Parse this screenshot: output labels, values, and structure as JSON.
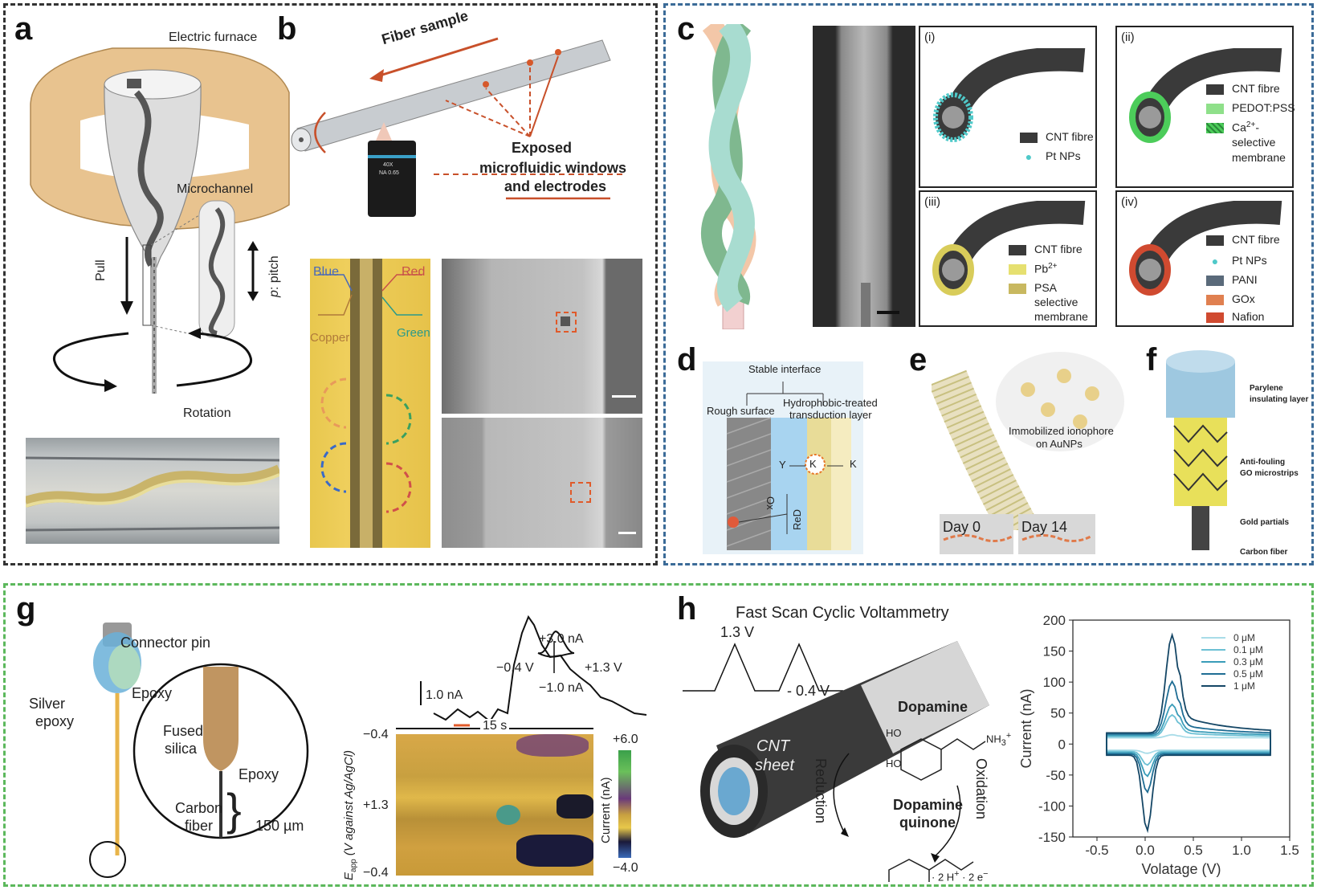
{
  "colors": {
    "border_ab": "#333333",
    "border_cf": "#3b6b98",
    "border_gh": "#5cb85c",
    "cnt_dark": "#3a3a3a",
    "pt_np": "#4fc9c9",
    "pedot": "#8fe08a",
    "ca_membrane": "#4ccc5a",
    "pb": "#e6e070",
    "psa": "#c8b860",
    "pani": "#5a6a7a",
    "gox": "#e08050",
    "nafion": "#d04a30"
  },
  "panels": {
    "a": {
      "label": "a",
      "electric_furnace": "Electric furnace",
      "microchannel": "Microchannel",
      "pull": "Pull",
      "pitch": "p",
      "pitch_suffix": ": pitch",
      "rotation": "Rotation"
    },
    "b": {
      "label": "b",
      "fiber_sample": "Fiber sample",
      "exposed_line1": "Exposed",
      "exposed_line2": "microfluidic windows",
      "exposed_line3": "and electrodes",
      "objective_mag": "40X",
      "objective_na": "NA 0.65",
      "blue": "Blue",
      "red": "Red",
      "copper": "Copper",
      "green": "Green"
    },
    "c": {
      "label": "c",
      "boxes": [
        {
          "tag": "(i)",
          "legend": [
            "CNT fibre",
            "Pt NPs"
          ]
        },
        {
          "tag": "(ii)",
          "legend": [
            "CNT fibre",
            "PEDOT:PSS",
            "Ca",
            "selective",
            "membrane"
          ]
        },
        {
          "tag": "(iii)",
          "legend": [
            "CNT fibre",
            "Pb",
            "PSA",
            "selective",
            "membrane"
          ]
        },
        {
          "tag": "(iv)",
          "legend": [
            "CNT fibre",
            "Pt NPs",
            "PANI",
            "GOx",
            "Nafion"
          ]
        }
      ],
      "ca_sup": "2+",
      "ca_dash": "-",
      "pb_sup": "2+"
    },
    "d": {
      "label": "d",
      "stable_interface": "Stable interface",
      "rough_surface": "Rough surface",
      "hydrophobic_line1": "Hydrophobic-treated",
      "hydrophobic_line2": "transduction layer",
      "y_label": "Y",
      "k_label": "K",
      "k_plus": "K",
      "ox": "Ox",
      "red": "ReD"
    },
    "e": {
      "label": "e",
      "ionophore_line1": "Immobilized ionophore",
      "ionophore_line2": "on AuNPs",
      "day0": "Day 0",
      "day14": "Day 14"
    },
    "f": {
      "label": "f",
      "parylene_line1": "Parylene",
      "parylene_line2": "insulating layer",
      "antifouling_line1": "Anti-fouling",
      "antifouling_line2": "GO microstrips",
      "gold": "Gold partials",
      "carbon": "Carbon fiber"
    },
    "g": {
      "label": "g",
      "connector": "Connector pin",
      "epoxy": "Epoxy",
      "silver_line1": "Silver",
      "silver_line2": "epoxy",
      "fused_line1": "Fused",
      "fused_line2": "silica",
      "epoxy2": "Epoxy",
      "carbon_line1": "Carbon",
      "carbon_line2": "fiber",
      "length": "150 µm",
      "scale_na": "1.0 nA",
      "inset_top": "+3.0 nA",
      "inset_bottom": "−1.0 nA",
      "inset_left": "−0.4 V",
      "inset_right": "+1.3 V",
      "time": "15 s",
      "ytick_top": "−0.4",
      "ytick_mid": "+1.3",
      "ytick_bot": "−0.4",
      "ylabel_main": "E",
      "ylabel_sub": "app",
      "ylabel_rest": "(V against Ag/AgCl)",
      "cbar_top": "+6.0",
      "cbar_bot": "−4.0",
      "cbar_label": "Current (nA)"
    },
    "h": {
      "label": "h",
      "fscv": "Fast Scan Cyclic Voltammetry",
      "v_high": "1.3 V",
      "v_low": "- 0.4 V",
      "cnt_line1": "CNT",
      "cnt_line2": "sheet",
      "dopamine": "Dopamine",
      "quinone_line1": "Dopamine",
      "quinone_line2": "quinone",
      "reduction": "Reduction",
      "oxidation": "Oxidation",
      "ho1": "HO",
      "ho2": "HO",
      "nh3": "NH",
      "protons": "· 2 H",
      "electrons": " · 2 e"
    }
  },
  "chart_data": {
    "type": "line",
    "title": "",
    "xlabel": "Volatage (V)",
    "ylabel": "Current (nA)",
    "xlim": [
      -0.75,
      1.5
    ],
    "ylim": [
      -150,
      200
    ],
    "xticks": [
      "-0.5",
      "0.0",
      "0.5",
      "1.0",
      "1.5"
    ],
    "xtick_values": [
      -0.5,
      0.0,
      0.5,
      1.0,
      1.5
    ],
    "yticks": [
      "-150",
      "-100",
      "-50",
      "0",
      "50",
      "100",
      "150",
      "200"
    ],
    "ytick_values": [
      -150,
      -100,
      -50,
      0,
      50,
      100,
      150,
      200
    ],
    "legend_position": "top-right",
    "series": [
      {
        "name": "0 μM",
        "color": "#a8dce8",
        "peak_ox": 5,
        "peak_red": -5
      },
      {
        "name": "0.1 μM",
        "color": "#6cc0d4",
        "peak_ox": 35,
        "peak_red": -22
      },
      {
        "name": "0.3 μM",
        "color": "#3a9cb8",
        "peak_ox": 50,
        "peak_red": -38
      },
      {
        "name": "0.5 μM",
        "color": "#1f6d94",
        "peak_ox": 85,
        "peak_red": -62
      },
      {
        "name": "1 μM",
        "color": "#154766",
        "peak_ox": 158,
        "peak_red": -122
      }
    ]
  }
}
